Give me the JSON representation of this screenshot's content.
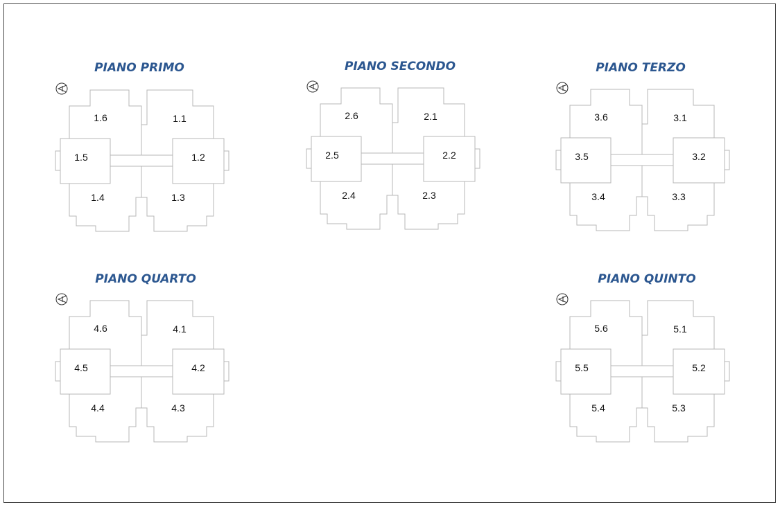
{
  "colors": {
    "title": "#2c5790",
    "outline": "#b7b7b7",
    "border": "#444444",
    "text": "#111111"
  },
  "icons": {
    "north": "north-arrow-icon"
  },
  "floors": [
    {
      "id": "primo",
      "title": "PIANO PRIMO",
      "units": [
        "1.1",
        "1.2",
        "1.3",
        "1.4",
        "1.5",
        "1.6"
      ]
    },
    {
      "id": "secondo",
      "title": "PIANO SECONDO",
      "units": [
        "2.1",
        "2.2",
        "2.3",
        "2.4",
        "2.5",
        "2.6"
      ]
    },
    {
      "id": "terzo",
      "title": "PIANO TERZO",
      "units": [
        "3.1",
        "3.2",
        "3.3",
        "3.4",
        "3.5",
        "3.6"
      ]
    },
    {
      "id": "quarto",
      "title": "PIANO QUARTO",
      "units": [
        "4.1",
        "4.2",
        "4.3",
        "4.4",
        "4.5",
        "4.6"
      ]
    },
    {
      "id": "quinto",
      "title": "PIANO QUINTO",
      "units": [
        "5.1",
        "5.2",
        "5.3",
        "5.4",
        "5.5",
        "5.6"
      ]
    }
  ]
}
